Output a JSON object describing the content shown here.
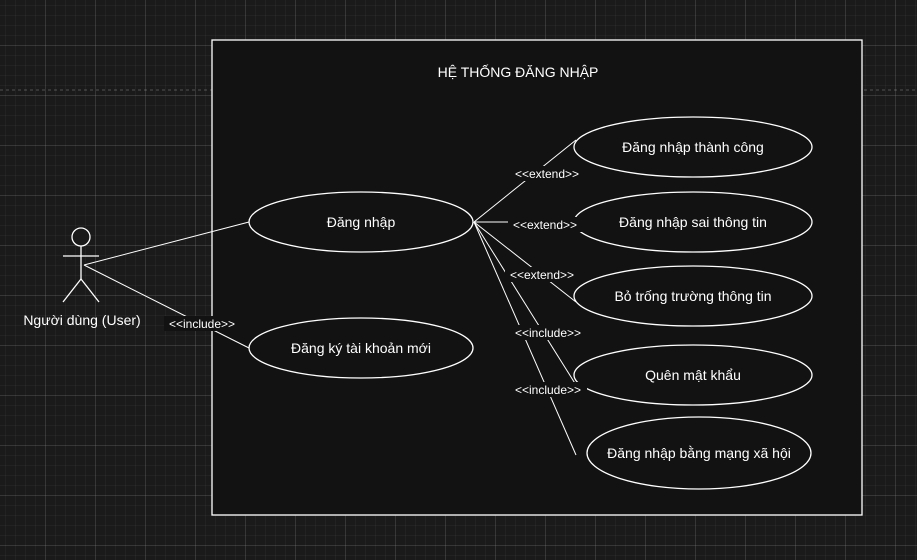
{
  "diagram": {
    "system_title": "HỆ THỐNG ĐĂNG NHẬP",
    "actor": {
      "label": "Người dùng (User)"
    },
    "use_cases": {
      "login": "Đăng nhập",
      "register": "Đăng ký tài khoản mới",
      "login_success": "Đăng nhập thành công",
      "login_wrong": "Đăng nhập sai thông tin",
      "empty_fields": "Bỏ trống trường thông tin",
      "forgot_password": "Quên mật khẩu",
      "social_login": "Đăng nhập bằng mạng xã hội"
    },
    "relations": {
      "actor_register": "<<include>>",
      "login_success": "<<extend>>",
      "login_wrong": "<<extend>>",
      "empty_fields": "<<extend>>",
      "forgot_password": "<<include>>",
      "social_login": "<<include>>"
    },
    "colors": {
      "background": "#1a1a1a",
      "system_fill": "#121212",
      "shape_fill": "#121212",
      "stroke": "#ffffff",
      "text": "#ffffff"
    }
  }
}
